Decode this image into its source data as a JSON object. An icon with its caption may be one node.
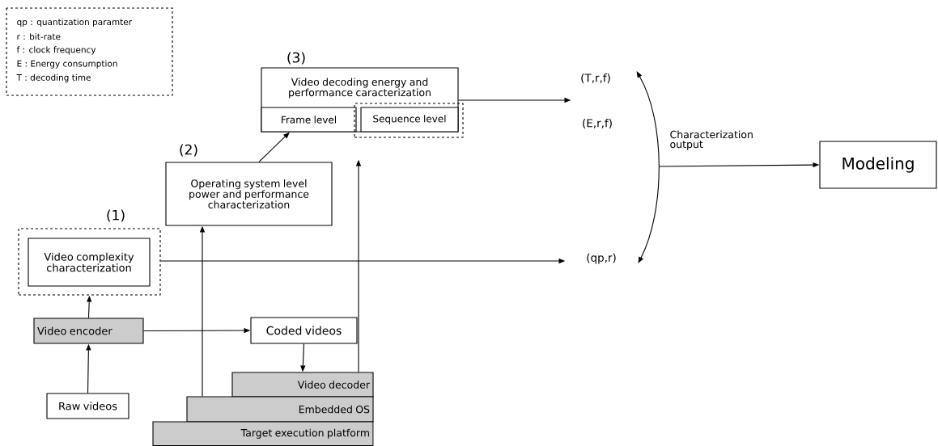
{
  "diagram": {
    "nodes": [
      {
        "text": [
          "qp : quantization paramter",
          "r : bit-rate",
          "f : clock frequency",
          "E : Energy consumption",
          "T : decoding time"
        ]
      },
      {
        "text": [
          "(1)"
        ]
      },
      {
        "text": [
          "Video complexity characterization"
        ],
        "in": 1
      },
      {
        "text": [
          "Video encoder"
        ]
      },
      {
        "text": [
          "Raw videos"
        ]
      },
      {
        "text": [
          "Coded videos"
        ]
      },
      {
        "text": [
          "Video decoder"
        ]
      },
      {
        "text": [
          "Embedded OS"
        ]
      },
      {
        "text": [
          "Target execution platform"
        ]
      },
      {
        "text": [
          "(2)",
          "Operating system level power and performance characterization"
        ]
      },
      {
        "text": [
          "(3)",
          "Video decoding energy and performance caracterization"
        ]
      },
      {
        "text": [
          "Frame level"
        ],
        "in": 10
      },
      {
        "text": [
          "Sequence level"
        ]
      },
      {
        "text": [],
        "shape": "box"
      },
      {
        "text": [
          "(T,r,f)"
        ]
      },
      {
        "text": [
          "(E,r,f)"
        ]
      },
      {
        "text": [
          "(qp,r)"
        ]
      },
      {
        "text": [
          "Modeling"
        ]
      }
    ],
    "edges": [
      {
        "from": 4,
        "to": 3,
        "arrow": "to"
      },
      {
        "from": 3,
        "to": 1,
        "arrow": "to"
      },
      {
        "from": 3,
        "to": 5,
        "arrow": "to"
      },
      {
        "from": 5,
        "to": 6,
        "arrow": "to"
      },
      {
        "from": 7,
        "to": 9,
        "arrow": "to"
      },
      {
        "from": 6,
        "to": 13,
        "arrow": "to"
      },
      {
        "from": 9,
        "to": 11,
        "arrow": "to"
      },
      {
        "from": 10,
        "to": 14,
        "arrow": "to"
      },
      {
        "from": 1,
        "to": 16,
        "arrow": "to"
      },
      {
        "from": 14,
        "to": 16,
        "arrow": "both"
      },
      {
        "from": null,
        "to": 17,
        "arrow": "to",
        "label": "Characterization output"
      }
    ]
  }
}
